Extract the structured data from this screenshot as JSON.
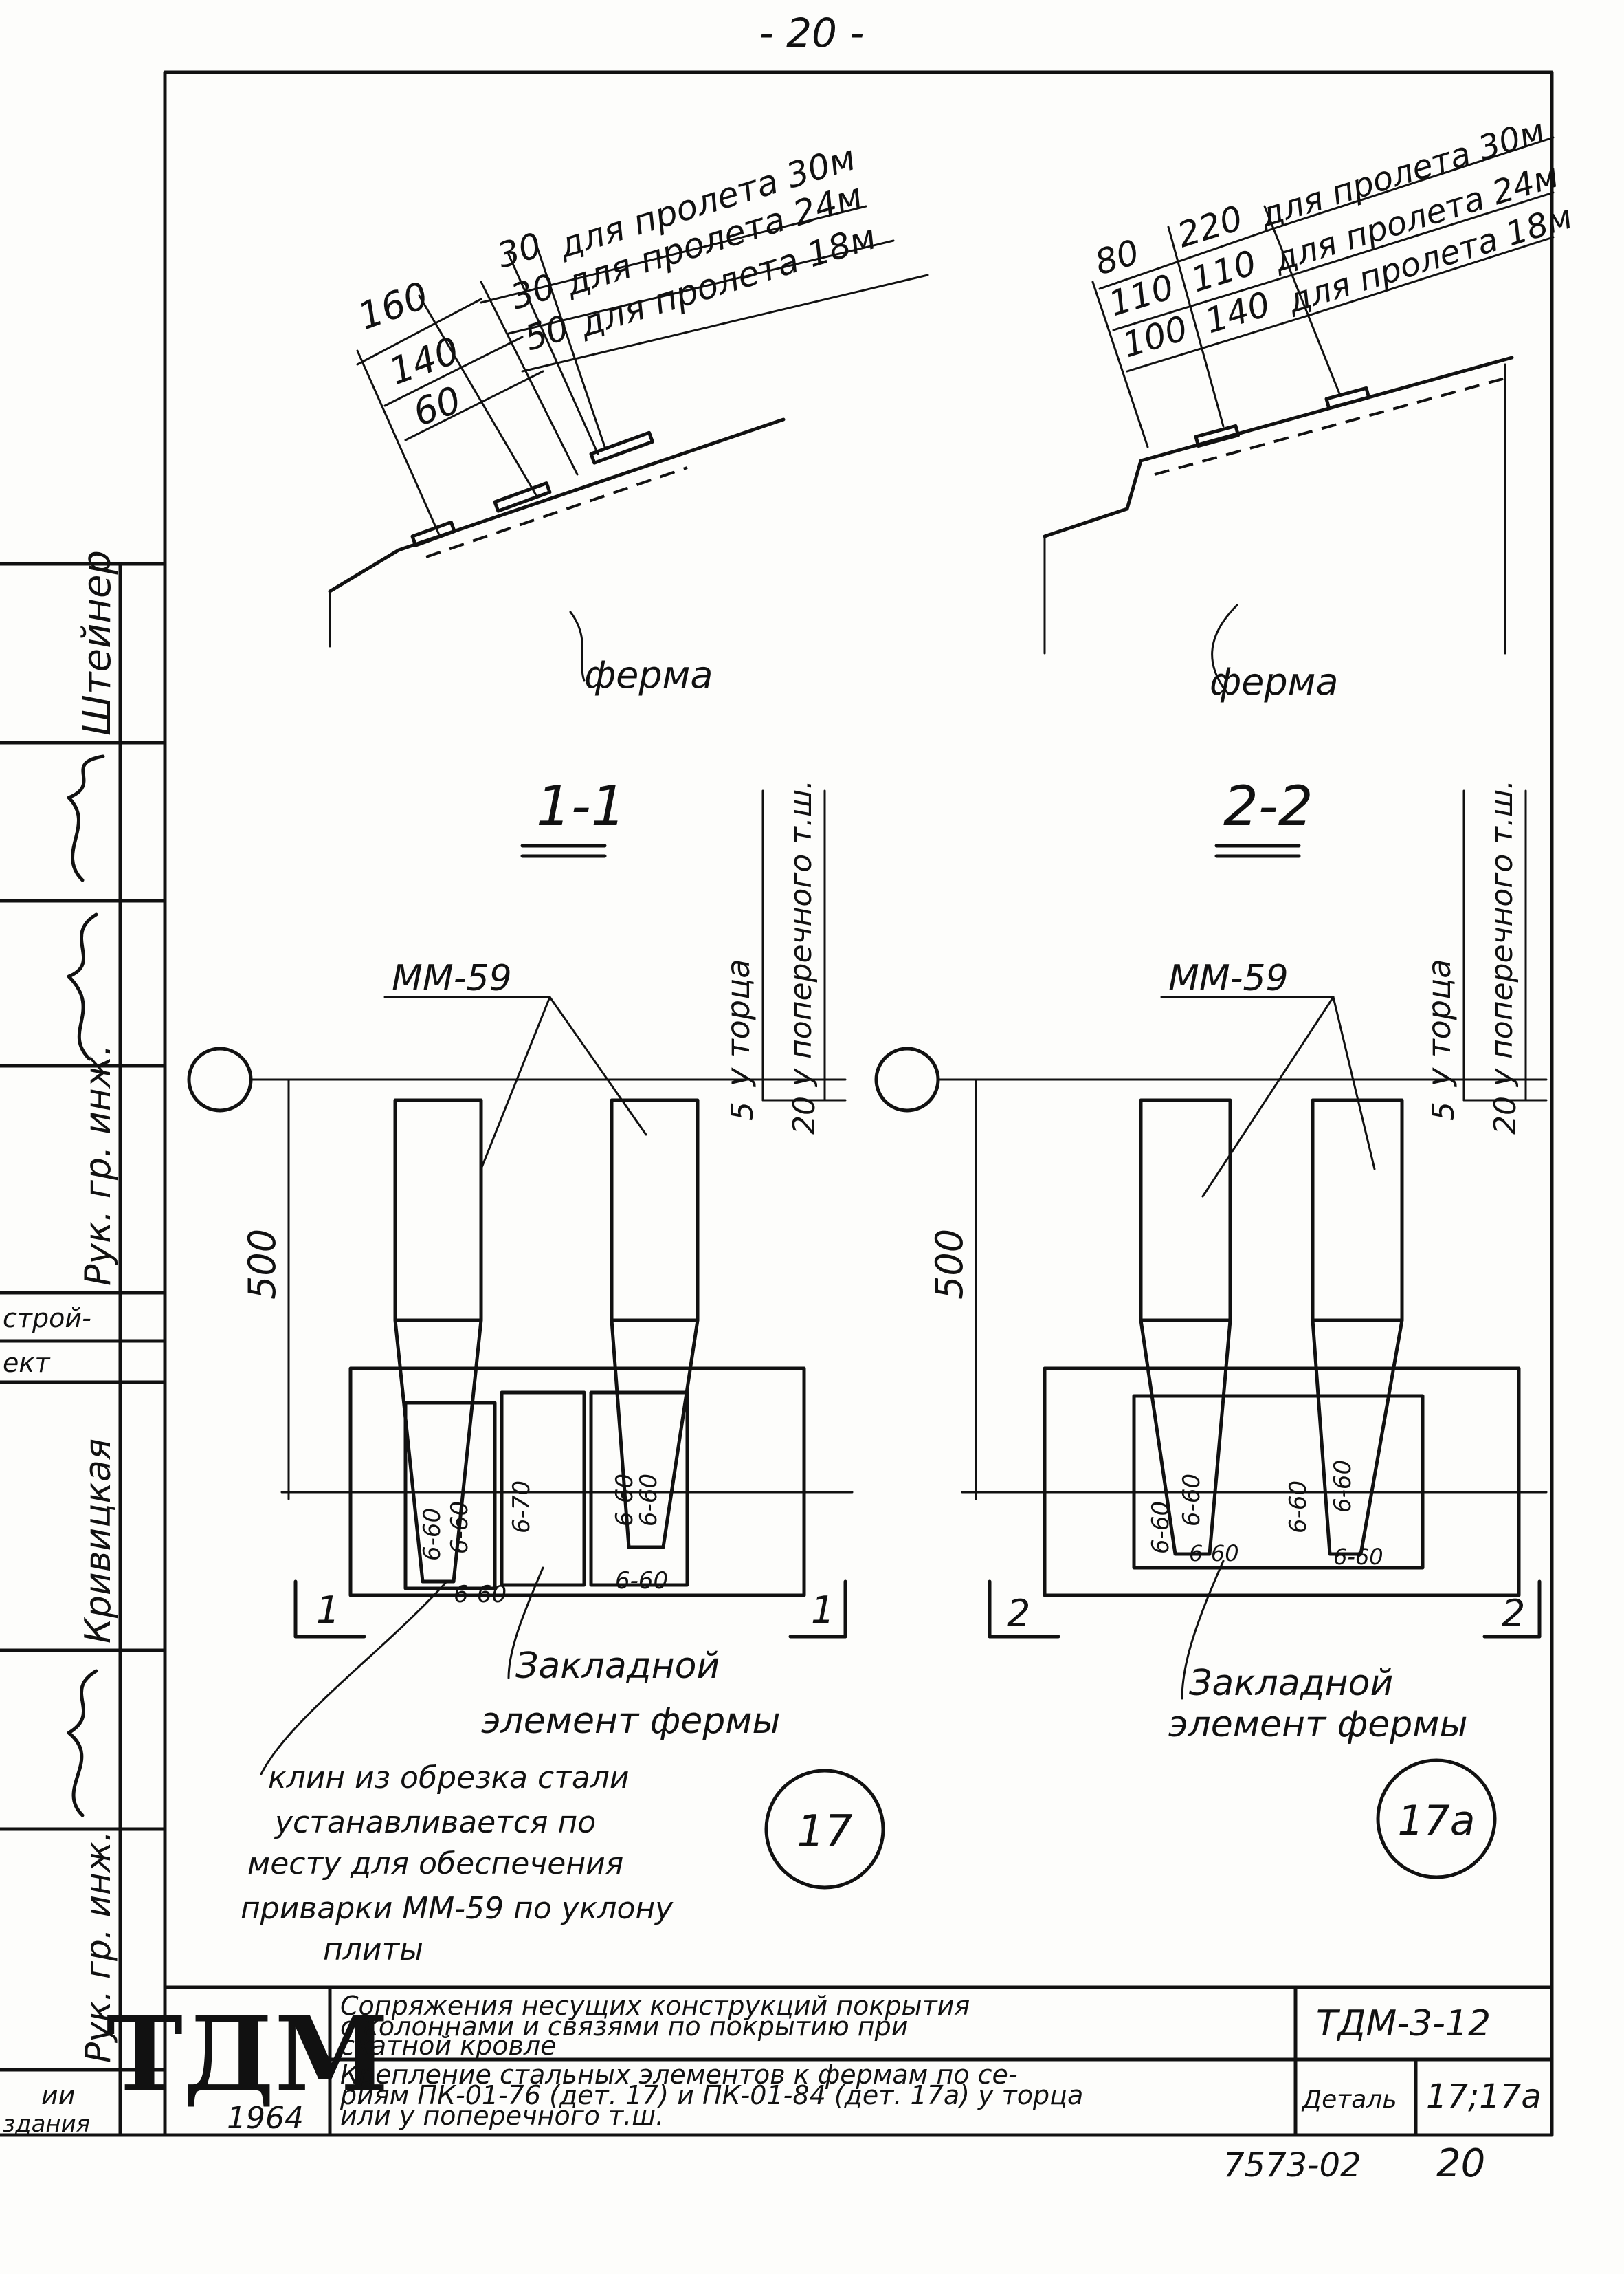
{
  "page_number": "- 20 -",
  "left_stamp": {
    "rows": [
      "Штейнер",
      "Рук. гр. инж.",
      "Кривицкая",
      "Рук. гр. инж."
    ],
    "fragments": [
      "строй-",
      "ект",
      "ии",
      "здания"
    ]
  },
  "detail_17": {
    "span_callouts": [
      {
        "dim": "30",
        "label": "для пролета 30м"
      },
      {
        "dim": "30",
        "label": "для пролета 24м"
      },
      {
        "dim": "50",
        "label": "для пролета 18м"
      }
    ],
    "dims": [
      "160",
      "140",
      "60"
    ],
    "truss_label": "ферма",
    "section_title": "1-1",
    "part_label": "ММ-59",
    "axis_notes": [
      "у торца",
      "у поперечного т.ш."
    ],
    "offsets": [
      "5",
      "20"
    ],
    "height_dim": "500",
    "welds": [
      "6-60",
      "6-60",
      "6-60",
      "6-70",
      "6-60",
      "6-60",
      "6-60"
    ],
    "cut_marks": [
      "1",
      "1"
    ],
    "embedded_label": [
      "Закладной",
      "элемент фермы"
    ],
    "wedge_note": [
      "клин из обрезка стали",
      "устанавливается по",
      "месту для обеспечения",
      "приварки ММ-59 по уклону",
      "плиты"
    ],
    "detail_no": "17"
  },
  "detail_17a": {
    "span_callouts": [
      {
        "dim": "80",
        "dim2": "220",
        "label": "для пролета 30м"
      },
      {
        "dim": "110",
        "dim2": "110",
        "label": "для пролета 24м"
      },
      {
        "dim": "100",
        "dim2": "140",
        "label": "для пролета 18м"
      }
    ],
    "truss_label": "ферма",
    "section_title": "2-2",
    "part_label": "ММ-59",
    "axis_notes": [
      "у торца",
      "у поперечного т.ш."
    ],
    "offsets": [
      "5",
      "20"
    ],
    "height_dim": "500",
    "welds": [
      "6-60",
      "6-60",
      "6-60",
      "6-60",
      "6-60",
      "6-60"
    ],
    "cut_marks": [
      "2",
      "2"
    ],
    "embedded_label": [
      "Закладной",
      "элемент фермы"
    ],
    "detail_no": "17а"
  },
  "title_block": {
    "logo": "ТДМ",
    "year": "1964",
    "title": [
      "Сопряжения несущих конструкций покрытия",
      "с колоннами и связями по покрытию при",
      "скатной кровле"
    ],
    "subtitle": [
      "Крепление стальных элементов к фермам по се-",
      "риям ПК-01-76 (дет. 17) и ПК-01-84 (дет. 17а) у торца",
      "или у поперечного т.ш."
    ],
    "series": "ТДМ-3-12",
    "detail_label": "Деталь",
    "detail_value": "17;17а",
    "sheet_code": "7573-02",
    "sheet_no": "20"
  }
}
